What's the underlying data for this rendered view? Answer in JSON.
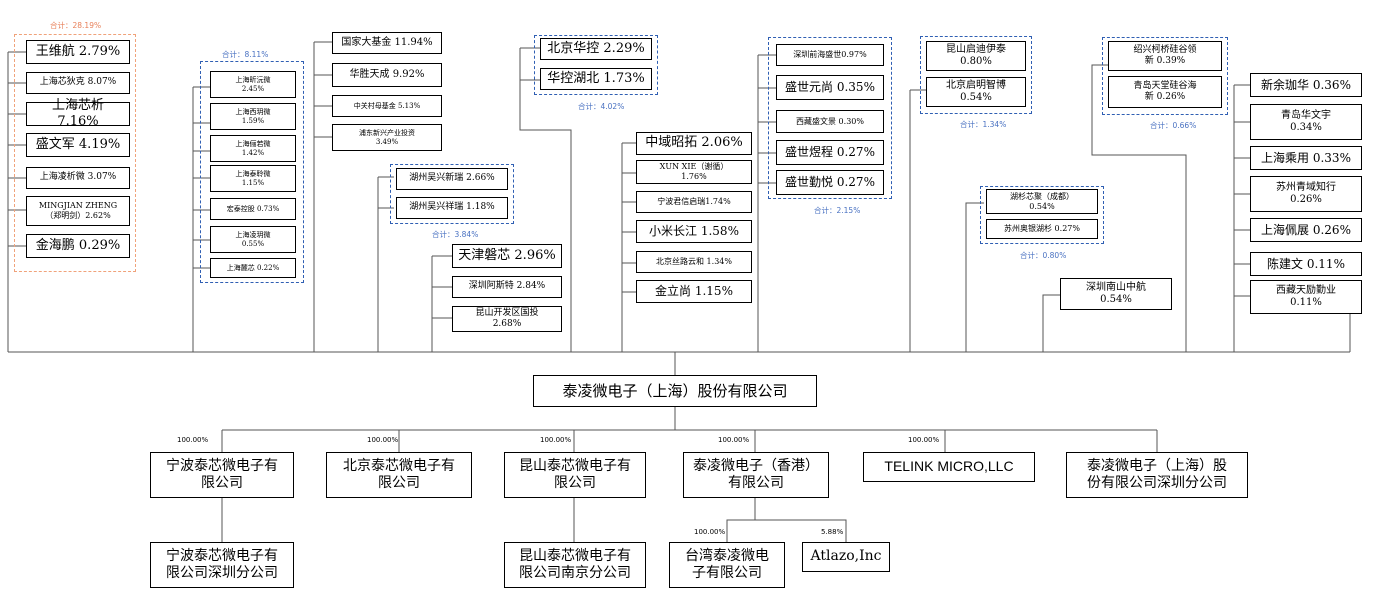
{
  "center": "泰凌微电子（上海）股份有限公司",
  "groups": {
    "g1": {
      "total": "合计：28.19%",
      "items": [
        "王维航 2.79%",
        "上海芯狄克 8.07%",
        "上海芯析 7.16%",
        "盛文军 4.19%",
        "上海凌析微 3.07%",
        "MINGJIAN ZHENG\n（郑明剑）2.62%",
        "金海鹏 0.29%"
      ]
    },
    "g2": {
      "total": "合计：8.11%",
      "items": [
        "上海昕沅微\n2.45%",
        "上海西玥微\n1.59%",
        "上海俪若微\n1.42%",
        "上海泰聆微\n1.15%",
        "宏泰控股 0.73%",
        "上海凌玥微\n0.55%",
        "上海麓芯 0.22%"
      ]
    },
    "g3": {
      "items": [
        "国家大基金 11.94%",
        "华胜天成 9.92%",
        "中关村母基金 5.13%",
        "浦东新兴产业投资\n3.49%"
      ]
    },
    "g4": {
      "total": "合计：3.84%",
      "items": [
        "湖州吴兴新瑞 2.66%",
        "湖州吴兴祥瑞 1.18%"
      ]
    },
    "g5": {
      "items": [
        "天津磐芯 2.96%",
        "深圳阿斯特 2.84%",
        "昆山开发区国投\n2.68%"
      ]
    },
    "g6": {
      "total": "合计：4.02%",
      "items": [
        "北京华控 2.29%",
        "华控湖北 1.73%"
      ]
    },
    "g7": {
      "items": [
        "中域昭拓 2.06%",
        "XUN XIE（谢循）\n1.76%",
        "宁波君信启瑞1.74%",
        "小米长江 1.58%",
        "北京丝路云和 1.34%",
        "金立尚 1.15%"
      ]
    },
    "g8": {
      "total": "合计：2.15%",
      "items": [
        "深圳前海盛世0.97%",
        "盛世元尚 0.35%",
        "西藏盛文景 0.30%",
        "盛世煜程 0.27%",
        "盛世勤悦 0.27%"
      ]
    },
    "g9": {
      "total": "合计：1.34%",
      "items": [
        "昆山启迪伊泰\n0.80%",
        "北京启明智博\n0.54%"
      ]
    },
    "g10": {
      "total": "合计：0.80%",
      "items": [
        "湖杉芯聚（成都）\n0.54%",
        "苏州奥银湖杉 0.27%"
      ]
    },
    "g11": {
      "items": [
        "深圳南山中航\n0.54%"
      ]
    },
    "g12": {
      "total": "合计：0.66%",
      "items": [
        "绍兴柯桥硅谷领\n新  0.39%",
        "青岛天堂硅谷海\n新 0.26%"
      ]
    },
    "g13": {
      "items": [
        "新余珈华 0.36%",
        "青岛华文宇\n0.34%",
        "上海乘用 0.33%",
        "苏州青域知行\n0.26%",
        "上海佩展 0.26%",
        "陈建文 0.11%",
        "西藏天励勤业\n0.11%"
      ]
    }
  },
  "subsidiaries": [
    {
      "pct": "100.00%",
      "name": "宁波泰芯微电子有\n限公司",
      "child": "宁波泰芯微电子有\n限公司深圳分公司"
    },
    {
      "pct": "100.00%",
      "name": "北京泰芯微电子有\n限公司"
    },
    {
      "pct": "100.00%",
      "name": "昆山泰芯微电子有\n限公司",
      "child": "昆山泰芯微电子有\n限公司南京分公司"
    },
    {
      "pct": "100.00%",
      "name": "泰凌微电子（香港）\n有限公司",
      "children": [
        {
          "pct": "100.00%",
          "name": "台湾泰凌微电\n子有限公司"
        },
        {
          "pct": "5.88%",
          "name": "Atlazo,Inc"
        }
      ]
    },
    {
      "pct": "100.00%",
      "name": "TELINK MICRO,LLC"
    },
    {
      "name": "泰凌微电子（上海）股\n份有限公司深圳分公司"
    }
  ]
}
